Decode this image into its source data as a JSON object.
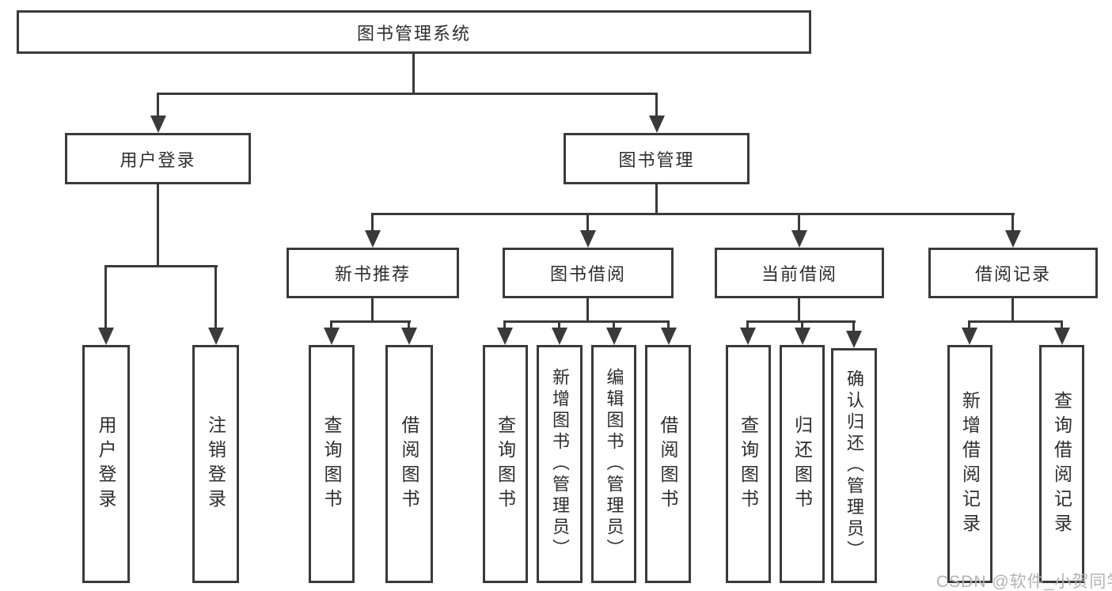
{
  "diagram": {
    "type": "tree",
    "root": {
      "label": "图书管理系统"
    },
    "branches": [
      {
        "label": "用户登录",
        "children": [
          {
            "label": "用户登录"
          },
          {
            "label": "注销登录"
          }
        ]
      },
      {
        "label": "图书管理",
        "sections": [
          {
            "label": "新书推荐",
            "children": [
              {
                "label": "查询图书"
              },
              {
                "label": "借阅图书"
              }
            ]
          },
          {
            "label": "图书借阅",
            "children": [
              {
                "label": "查询图书"
              },
              {
                "label": "新增图书（管理员）"
              },
              {
                "label": "编辑图书（管理员）"
              },
              {
                "label": "借阅图书"
              }
            ]
          },
          {
            "label": "当前借阅",
            "children": [
              {
                "label": "查询图书"
              },
              {
                "label": "归还图书"
              },
              {
                "label": "确认归还（管理员）"
              }
            ]
          },
          {
            "label": "借阅记录",
            "children": [
              {
                "label": "新增借阅记录"
              },
              {
                "label": "查询借阅记录"
              }
            ]
          }
        ]
      }
    ]
  },
  "watermark": {
    "text": "CSDN @软件_小贺同学"
  },
  "colors": {
    "line": "#3a3a3a",
    "box_fill": "#ffffff",
    "text": "#2d2d2d",
    "watermark": "#b3b3b3"
  }
}
